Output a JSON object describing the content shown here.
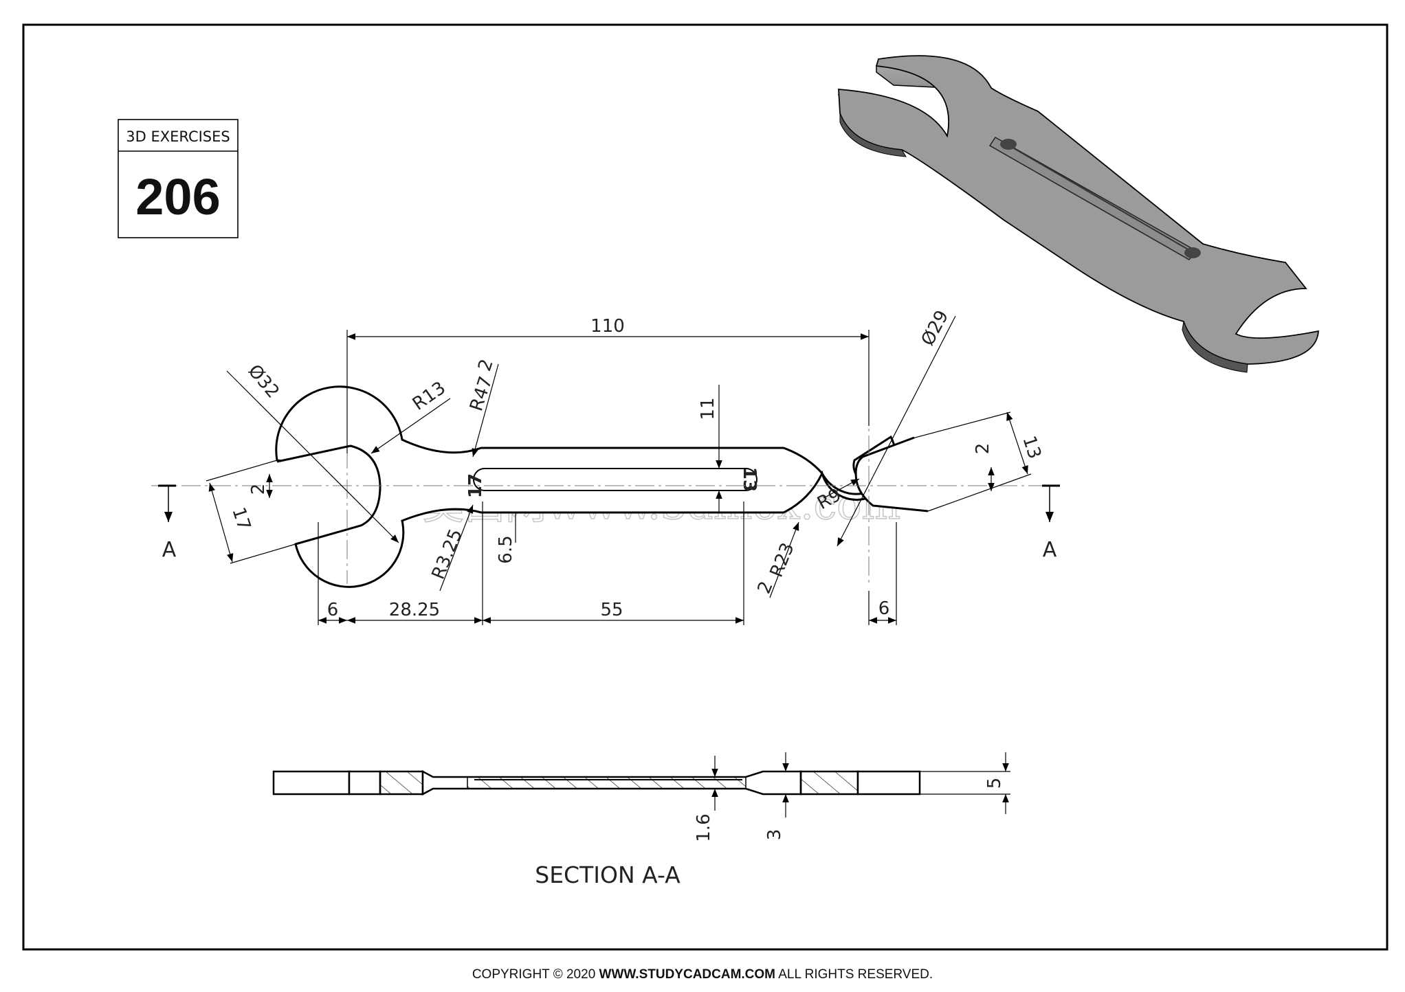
{
  "exercise": {
    "header": "3D EXERCISES",
    "number": "206"
  },
  "dimensions": {
    "overall_length": "110",
    "dia_left": "Ø32",
    "dia_right": "Ø29",
    "r13": "R13",
    "r47": "R47",
    "r47_suffix": "2",
    "r325": "R3.25",
    "r23": "R23",
    "r23_suffix": "2",
    "r9": "R9",
    "d11": "11",
    "d13": "13",
    "d2_left": "2",
    "d2_right": "2",
    "d17": "17",
    "d65": "6.5",
    "d6_left": "6",
    "d2825": "28.25",
    "d55": "55",
    "d6_right": "6",
    "d5": "5",
    "d16": "1.6",
    "d3": "3"
  },
  "engraving": {
    "left": "17",
    "right": "13"
  },
  "section": {
    "marker_left": "A",
    "marker_right": "A",
    "title": "SECTION A-A"
  },
  "watermark": "莫西网www.3dmox.com",
  "footer": {
    "prefix": "COPYRIGHT © 2020 ",
    "site": "WWW.STUDYCADCAM.COM",
    "suffix": " ALL RIGHTS RESERVED."
  }
}
